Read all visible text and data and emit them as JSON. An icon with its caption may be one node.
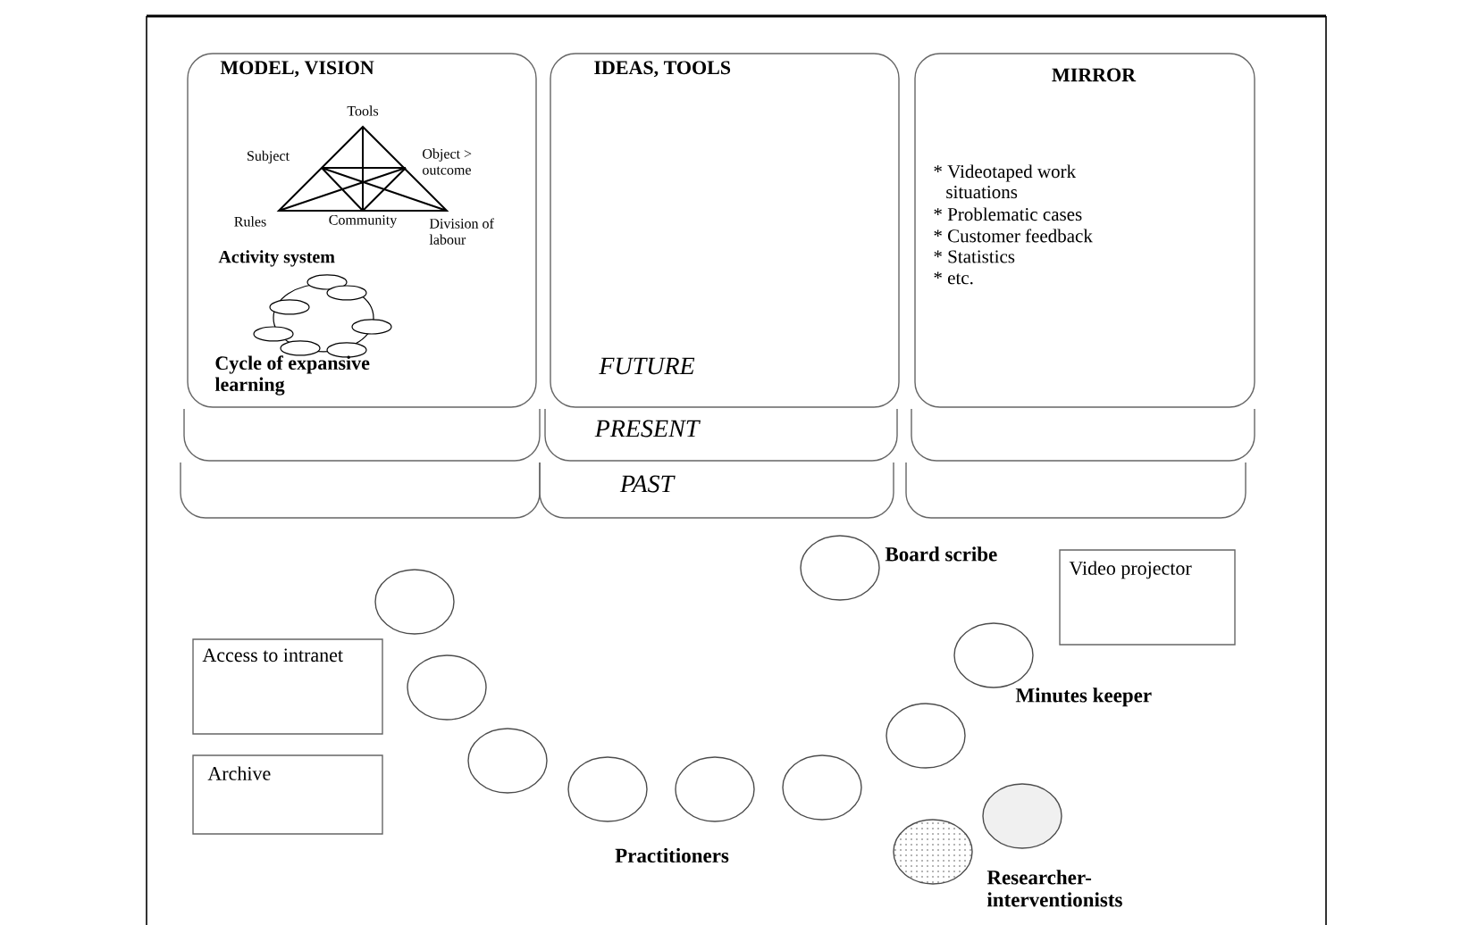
{
  "diagram": {
    "nodes": [
      {
        "text": [
          "MODEL, VISION",
          "Tools",
          "Subject",
          "Object > outcome",
          "Rules",
          "Community",
          "Division of labour",
          "Activity system",
          "Cycle of expansive learning"
        ]
      },
      {
        "text": [
          "IDEAS, TOOLS",
          "FUTURE"
        ]
      },
      {
        "text": [
          "MIRROR",
          "* Videotaped work situations",
          "* Problematic cases",
          "* Customer feedback",
          "* Statistics",
          "* etc."
        ]
      },
      {
        "text": [],
        "shape": "box"
      },
      {
        "text": [
          "PRESENT"
        ]
      },
      {
        "text": [],
        "shape": "box"
      },
      {
        "text": [],
        "shape": "box"
      },
      {
        "text": [
          "PAST"
        ]
      },
      {
        "text": [],
        "shape": "box"
      },
      {
        "text": [],
        "shape": "circle",
        "beside": [
          "Board scribe"
        ]
      },
      {
        "text": [
          "Video projector"
        ]
      },
      {
        "text": [],
        "shape": "circle"
      },
      {
        "text": [
          "Access to intranet"
        ]
      },
      {
        "text": [],
        "shape": "circle"
      },
      {
        "text": [],
        "shape": "circle",
        "beside": [
          "Minutes keeper"
        ]
      },
      {
        "text": [
          "Archive"
        ]
      },
      {
        "text": [],
        "shape": "circle"
      },
      {
        "text": [],
        "shape": "circle"
      },
      {
        "text": [],
        "shape": "circle"
      },
      {
        "text": [],
        "shape": "circle"
      },
      {
        "text": [],
        "shape": "circle"
      },
      {
        "text": [],
        "shape": "circle"
      },
      {
        "text": [],
        "shape": "circle"
      }
    ],
    "edges": [],
    "labels": [
      "Practitioners",
      "Researcher-interventionists"
    ]
  }
}
